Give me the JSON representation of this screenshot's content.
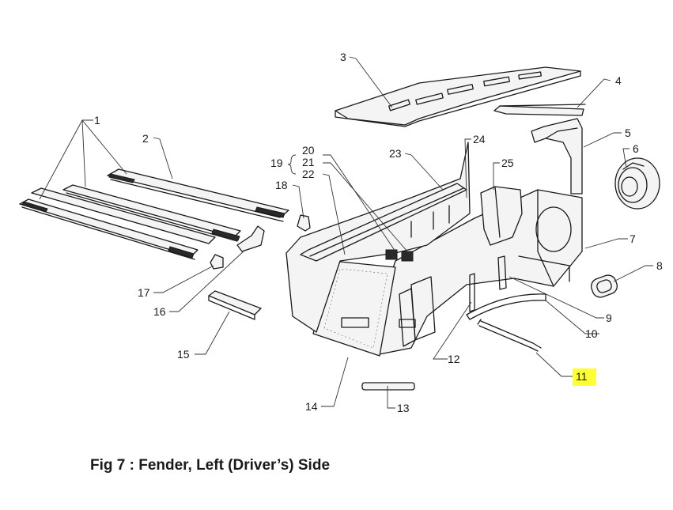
{
  "caption": "Fig 7 : Fender, Left (Driver’s) Side",
  "highlight_color": "#ffff33",
  "callouts": [
    "1",
    "2",
    "3",
    "4",
    "5",
    "6",
    "7",
    "8",
    "9",
    "10",
    "11",
    "12",
    "13",
    "14",
    "15",
    "16",
    "17",
    "18",
    "19",
    "20",
    "21",
    "22",
    "23",
    "24",
    "25"
  ],
  "highlighted_callout": "11"
}
